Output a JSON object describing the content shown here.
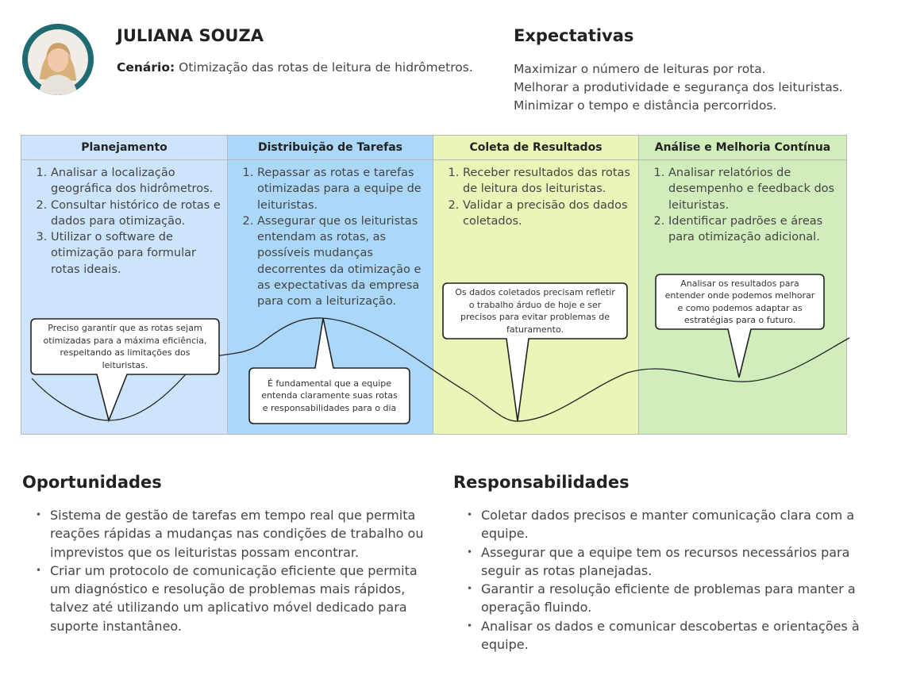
{
  "persona": {
    "name": "JULIANA SOUZA",
    "scenario_label": "Cenário:",
    "scenario_text": "Otimização das rotas de leitura de hidrômetros."
  },
  "expectations": {
    "title": "Expectativas",
    "items": [
      "Maximizar o número de leituras por rota.",
      "Melhorar a produtividade e segurança dos leituristas.",
      "Minimizar o tempo e distância percorridos."
    ]
  },
  "journey": {
    "phases": [
      {
        "title": "Planejamento",
        "color": "#cce5fc",
        "items": [
          "Analisar a localização geográfica dos hidrômetros.",
          "Consultar histórico de rotas e dados para otimização.",
          "Utilizar o software de otimização para formular rotas ideais."
        ],
        "quote": "Preciso garantir que as rotas sejam otimizadas para a máxima eficiência, respeitando as limitações dos leituristas."
      },
      {
        "title": "Distribuição de Tarefas",
        "color": "#abd8f8",
        "items": [
          "Repassar as rotas e tarefas otimizadas para a equipe de leituristas.",
          "Assegurar que os leituristas entendam as rotas, as possíveis mudanças decorrentes da otimização e as expectativas da empresa para com a leiturização."
        ],
        "quote": "É fundamental que a equipe entenda claramente suas rotas e responsabilidades para o dia"
      },
      {
        "title": "Coleta de Resultados",
        "color": "#e9f6b8",
        "items": [
          "Receber resultados das rotas de leitura dos leituristas.",
          "Validar a precisão dos dados coletados."
        ],
        "quote": "Os dados coletados precisam refletir o trabalho árduo de hoje e ser precisos para evitar problemas de faturamento."
      },
      {
        "title": "Análise e Melhoria Contínua",
        "color": "#d2edbc",
        "items": [
          "Analisar relatórios de desempenho e feedback dos leituristas.",
          "Identificar padrões e áreas para otimização adicional."
        ],
        "quote": "Analisar os resultados para entender onde podemos melhorar e como podemos adaptar as estratégias para o futuro."
      }
    ]
  },
  "opportunities": {
    "title": "Oportunidades",
    "items": [
      "Sistema de gestão de tarefas em tempo real que permita reações rápidas a mudanças nas condições de trabalho ou imprevistos que os leituristas possam encontrar.",
      "Criar um protocolo de comunicação eficiente que permita um diagnóstico e resolução de problemas mais rápidos, talvez até utilizando um aplicativo móvel dedicado para suporte instantâneo."
    ]
  },
  "responsibilities": {
    "title": "Responsabilidades",
    "items": [
      "Coletar dados precisos e manter comunicação clara com a equipe.",
      "Assegurar que a equipe tem os recursos necessários para seguir as rotas planejadas.",
      "Garantir a resolução eficiente de problemas para manter a operação fluindo.",
      "Analisar os dados e comunicar descobertas e orientações à equipe."
    ]
  }
}
